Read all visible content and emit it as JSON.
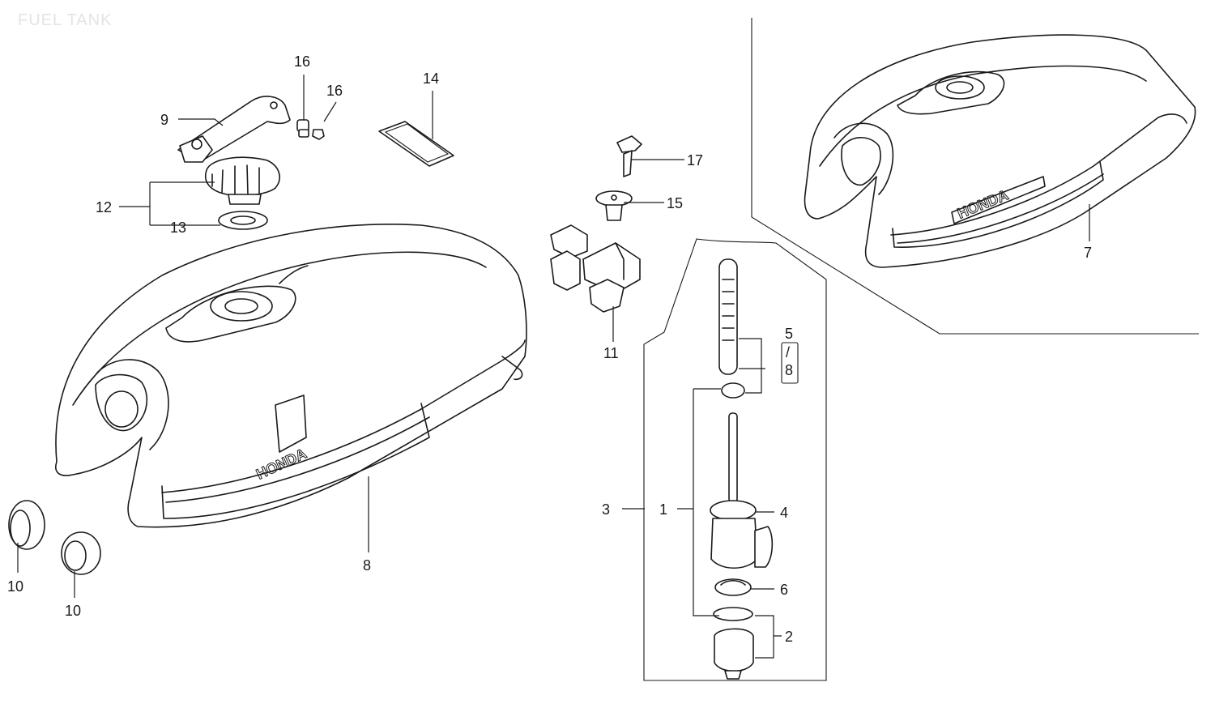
{
  "title": "FUEL TANK",
  "tank_brand": "HONDA",
  "callouts": [
    "1",
    "2",
    "3",
    "4",
    "5",
    "6",
    "7",
    "8",
    "9",
    "10",
    "11",
    "12",
    "13",
    "14",
    "15",
    "16",
    "17"
  ],
  "callout_slash": "/"
}
